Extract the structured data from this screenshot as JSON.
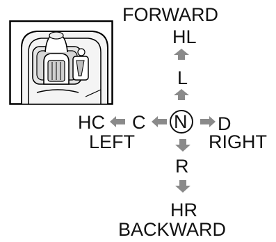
{
  "diagram": {
    "directions": {
      "forward": "FORWARD",
      "backward": "BACKWARD",
      "left": "LEFT",
      "right": "RIGHT"
    },
    "positions": {
      "neutral": "N",
      "high_lift": "HL",
      "lift": "L",
      "close": "C",
      "high_close": "HC",
      "dump": "D",
      "release": "R",
      "high_release": "HR"
    },
    "colors": {
      "arrow": "#8a8a8a",
      "text": "#111111",
      "inset_border": "#000000"
    },
    "icons": [
      "joystick-icon",
      "arrow-up-icon",
      "arrow-down-icon",
      "arrow-left-icon",
      "arrow-right-icon"
    ]
  }
}
